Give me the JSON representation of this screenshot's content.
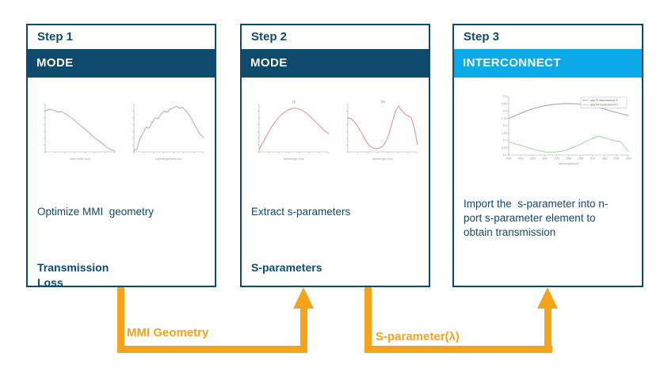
{
  "colors": {
    "navy": "#0E4A6B",
    "cyan": "#0AAAE8",
    "orange": "#F6A31C",
    "body_text": "#0E4A6B"
  },
  "panels": [
    {
      "step": "Step 1",
      "app": "MODE",
      "description": "Optimize MMI  geometry",
      "result": "Transmission\nLoss",
      "charts": [
        {
          "id": "loss-vs-taper-width",
          "xlabel": "taper width (um)",
          "color": "#ABA7D8",
          "values": [
            0.86,
            0.9,
            0.88,
            0.84,
            0.85,
            0.8,
            0.74,
            0.68,
            0.6,
            0.53,
            0.46,
            0.38,
            0.3,
            0.24,
            0.17,
            0.1,
            0.05,
            0.02
          ]
        },
        {
          "id": "transmission-vs-wavelength",
          "xlabel": "wavelength(microns)",
          "color": "#ABA7D8",
          "values": [
            0.03,
            0.06,
            0.28,
            0.4,
            0.52,
            0.5,
            0.62,
            0.72,
            0.7,
            0.8,
            0.86,
            0.84,
            0.9,
            0.93,
            0.96,
            0.92,
            0.94,
            0.88,
            0.8,
            0.7,
            0.58,
            0.46,
            0.36,
            0.3
          ]
        }
      ]
    },
    {
      "step": "Step 2",
      "app": "MODE",
      "description": "Extract s-parameters",
      "result": "S-parameters",
      "charts": [
        {
          "id": "s-parameter-te",
          "title": "TE",
          "xlabel": "wavelength (um)",
          "color": "#E58B8B",
          "values": [
            0.05,
            0.2,
            0.35,
            0.5,
            0.62,
            0.72,
            0.8,
            0.86,
            0.9,
            0.92,
            0.91,
            0.88,
            0.83,
            0.76,
            0.68,
            0.6,
            0.52,
            0.44,
            0.38
          ]
        },
        {
          "id": "s-parameter-tm",
          "title": "TM",
          "xlabel": "wavelength (um)",
          "color": "#E58B8B",
          "values": [
            0.72,
            0.7,
            0.64,
            0.55,
            0.44,
            0.32,
            0.2,
            0.12,
            0.08,
            0.07,
            0.08,
            0.12,
            0.22,
            0.38,
            0.62,
            0.85,
            0.97,
            0.87,
            0.8,
            0.76,
            0.72,
            0.5,
            0.15
          ]
        }
      ]
    },
    {
      "step": "Step 3",
      "app": "INTERCONNECT",
      "description": "Import the  s-parameter into n-\nport s-parameter element to\nobtain transmission",
      "result": "",
      "charts": [
        {
          "id": "transmission-spectrum",
          "xlabel": "wavelength(nm)",
          "ylim": [
            0.1,
            0.5
          ],
          "yticks": [
            0.1,
            0.15,
            0.2,
            0.25,
            0.3,
            0.35,
            0.4,
            0.45,
            0.5
          ],
          "xticks": [
            1500,
            1510,
            1520,
            1530,
            1540,
            1550,
            1560,
            1570,
            1580,
            1590,
            1600
          ],
          "legend": true,
          "series": [
            {
              "name": "abs(TE transmission)^2",
              "color": "#9C99D4",
              "values": [
                0.35,
                0.375,
                0.4,
                0.42,
                0.435,
                0.445,
                0.45,
                0.452,
                0.45,
                0.443,
                0.432,
                0.418,
                0.4,
                0.385,
                0.37
              ]
            },
            {
              "name": "abs(TM transmission)^2",
              "color": "#9FD89F",
              "values": [
                0.19,
                0.175,
                0.16,
                0.145,
                0.13,
                0.12,
                0.12,
                0.125,
                0.14,
                0.16,
                0.185,
                0.21,
                0.23,
                0.215,
                0.2,
                0.19,
                0.125
              ]
            }
          ]
        }
      ]
    }
  ],
  "arrows": [
    {
      "label": "MMI Geometry"
    },
    {
      "label": "S-parameter(λ)"
    }
  ]
}
